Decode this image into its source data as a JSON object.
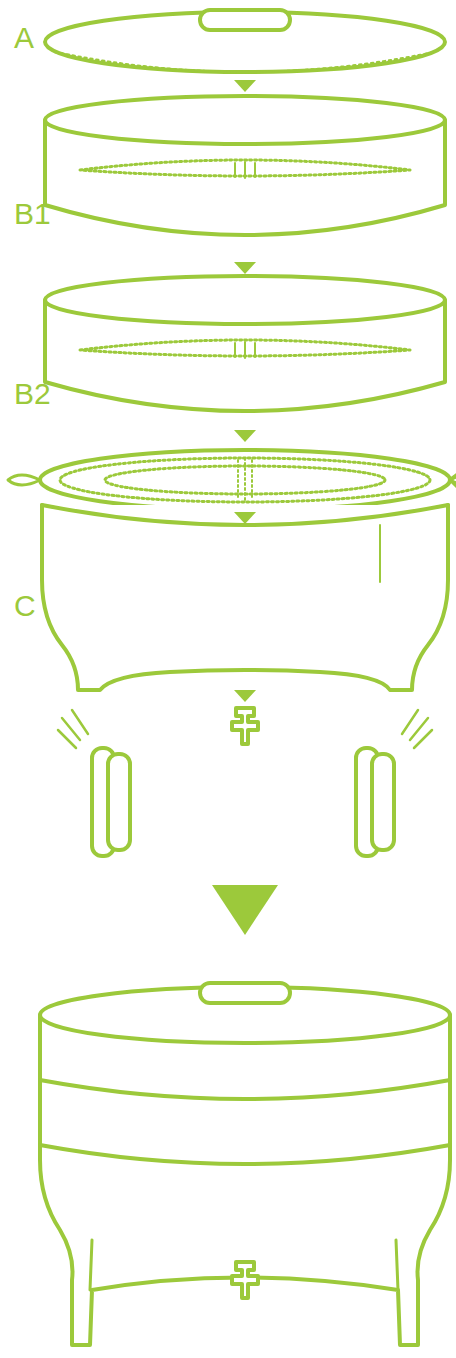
{
  "diagram": {
    "labels": [
      "A",
      "B1",
      "B2",
      "C"
    ]
  }
}
